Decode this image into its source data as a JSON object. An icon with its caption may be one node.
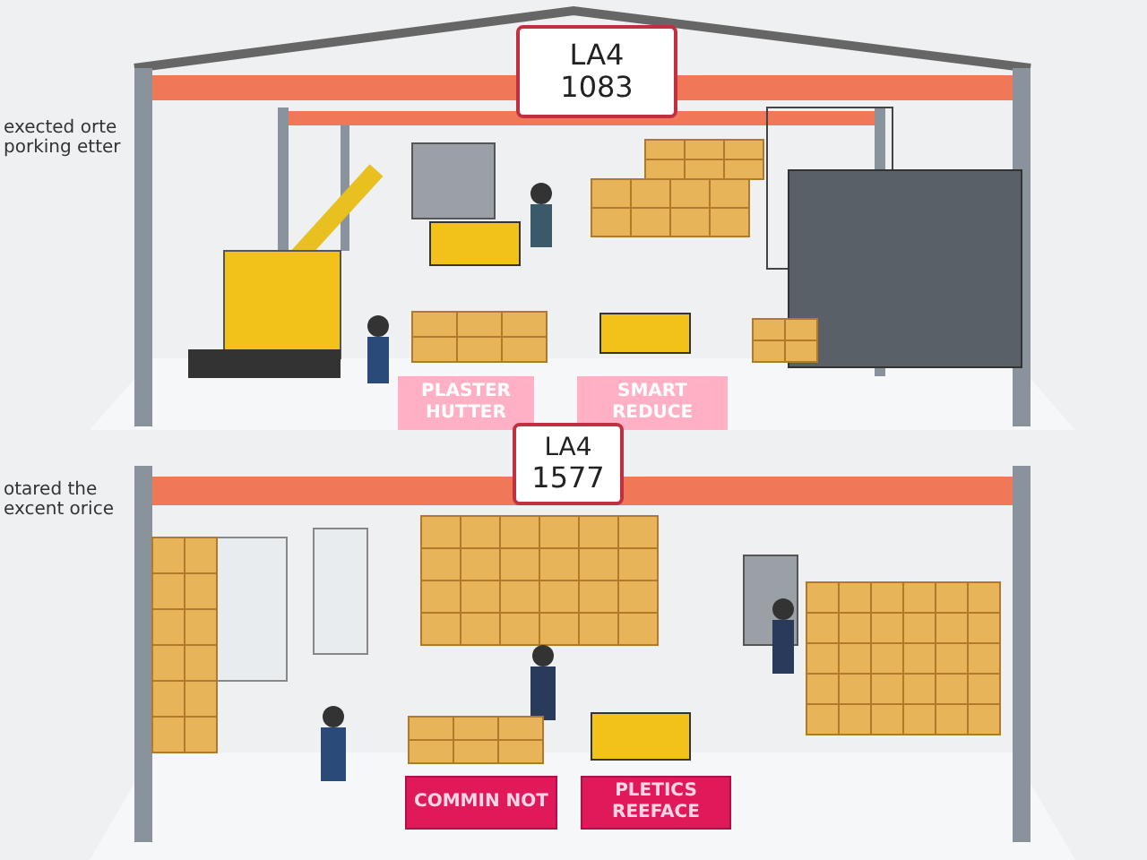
{
  "diagram": {
    "nodes": [
      {
        "text": [
          "LA4",
          "1083"
        ]
      },
      {
        "text": [
          "PLASTER HUTTER"
        ]
      },
      {
        "text": [
          "SMART REDUCE"
        ]
      },
      {
        "text": [
          "LA4",
          "1577"
        ]
      },
      {
        "text": [
          "COMMIN NOT"
        ]
      },
      {
        "text": [
          "PLETICS REEFACE"
        ]
      }
    ],
    "edges": [],
    "labels": [
      "exected orte porking etter",
      "otared the excent orice"
    ]
  }
}
